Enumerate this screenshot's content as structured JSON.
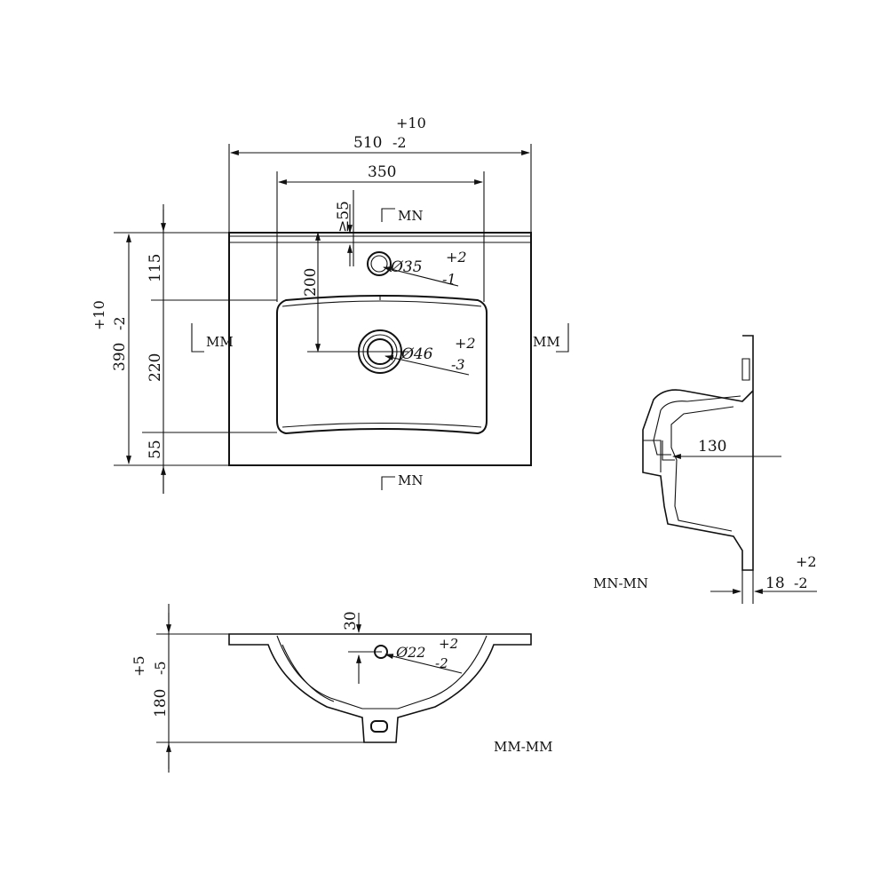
{
  "top_view": {
    "overall_width": "510",
    "overall_width_tol_plus": "+10",
    "overall_width_tol_minus": "-2",
    "bowl_width": "350",
    "tap_offset": "≥55",
    "overall_depth": "390",
    "overall_depth_tol_plus": "+10",
    "overall_depth_tol_minus": "-2",
    "depth_115": "115",
    "depth_220": "220",
    "depth_55": "55",
    "drain_offset": "200",
    "tap_hole_dia": "Ø35",
    "tap_hole_tol_plus": "+2",
    "tap_hole_tol_minus": "-1",
    "drain_dia": "Ø46",
    "drain_tol_plus": "+2",
    "drain_tol_minus": "-3",
    "section_mn_top": "MN",
    "section_mn_bottom": "MN",
    "section_mm_left": "MM",
    "section_mm_right": "MM"
  },
  "side_section": {
    "title": "MN-MN",
    "depth_130": "130",
    "rim_thickness": "18",
    "rim_tol_plus": "+2",
    "rim_tol_minus": "-2"
  },
  "front_section": {
    "title": "MM-MM",
    "rim_height": "30",
    "overflow_dia": "Ø22",
    "overflow_tol_plus": "+2",
    "overflow_tol_minus": "-2",
    "bowl_height": "180",
    "bowl_height_tol_plus": "+5",
    "bowl_height_tol_minus": "-5"
  }
}
